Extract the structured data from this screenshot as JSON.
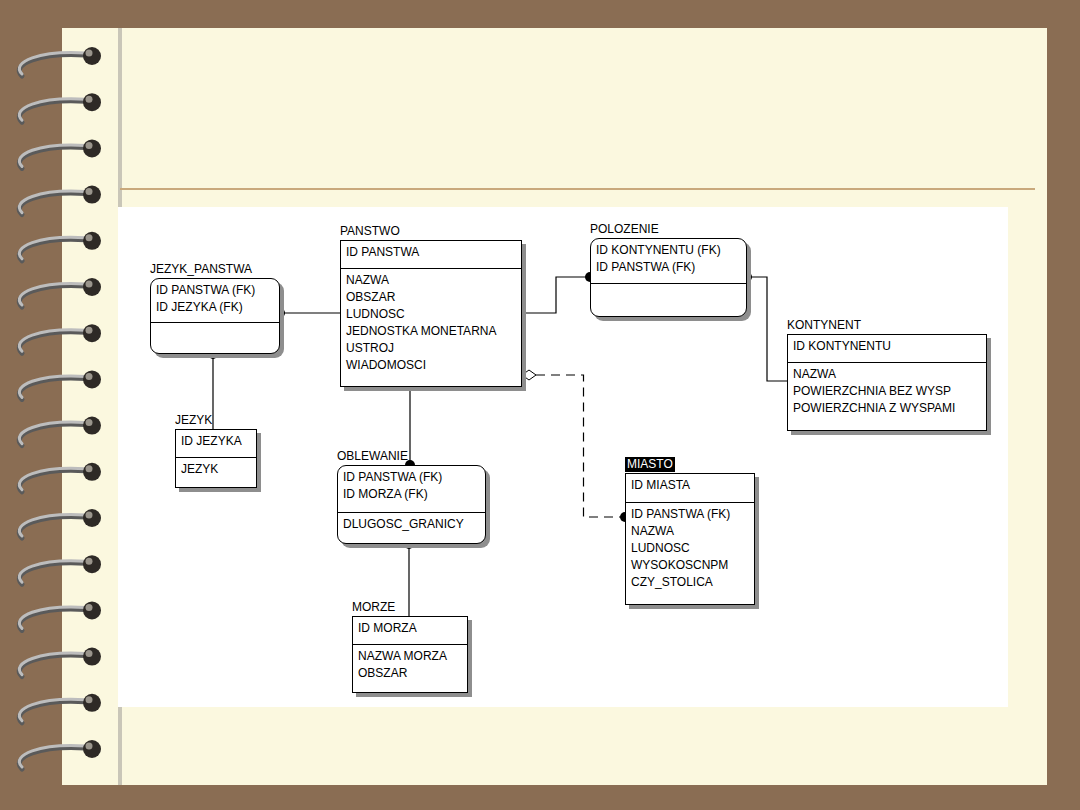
{
  "diagram": {
    "nodes": [
      {
        "text": [
          "JEZYK_PANSTWA",
          "ID PANSTWA (FK)",
          "ID JEZYKA (FK)"
        ]
      },
      {
        "text": [
          "PANSTWO",
          "ID PANSTWA",
          "NAZWA",
          "OBSZAR",
          "LUDNOSC",
          "JEDNOSTKA MONETARNA",
          "USTROJ",
          "WIADOMOSCI"
        ]
      },
      {
        "text": [
          "POLOZENIE",
          "ID KONTYNENTU (FK)",
          "ID PANSTWA (FK)"
        ]
      },
      {
        "text": [
          "KONTYNENT",
          "ID KONTYNENTU",
          "NAZWA",
          "POWIERZCHNIA BEZ WYSP",
          "POWIERZCHNIA Z WYSPAMI"
        ]
      },
      {
        "text": [
          "JEZYK",
          "ID JEZYKA",
          "JEZYK"
        ]
      },
      {
        "text": [
          "OBLEWANIE",
          "ID PANSTWA (FK)",
          "ID MORZA (FK)",
          "DLUGOSC_GRANICY"
        ]
      },
      {
        "text": [
          "MIASTO",
          "ID MIASTA",
          "ID PANSTWA (FK)",
          "NAZWA",
          "LUDNOSC",
          "WYSOKOSCNPM",
          "CZY_STOLICA"
        ]
      },
      {
        "text": [
          "MORZE",
          "ID MORZA",
          "NAZWA MORZA",
          "OBSZAR"
        ]
      }
    ],
    "edges": [
      {
        "from": 1,
        "to": 0,
        "arrow": "to"
      },
      {
        "from": 4,
        "to": 0,
        "arrow": "to"
      },
      {
        "from": 1,
        "to": 2,
        "arrow": "to"
      },
      {
        "from": 3,
        "to": 2,
        "arrow": "to"
      },
      {
        "from": 1,
        "to": 5,
        "arrow": "to"
      },
      {
        "from": 7,
        "to": 5,
        "arrow": "to"
      },
      {
        "from": 1,
        "to": 6,
        "arrow": "both"
      }
    ]
  }
}
